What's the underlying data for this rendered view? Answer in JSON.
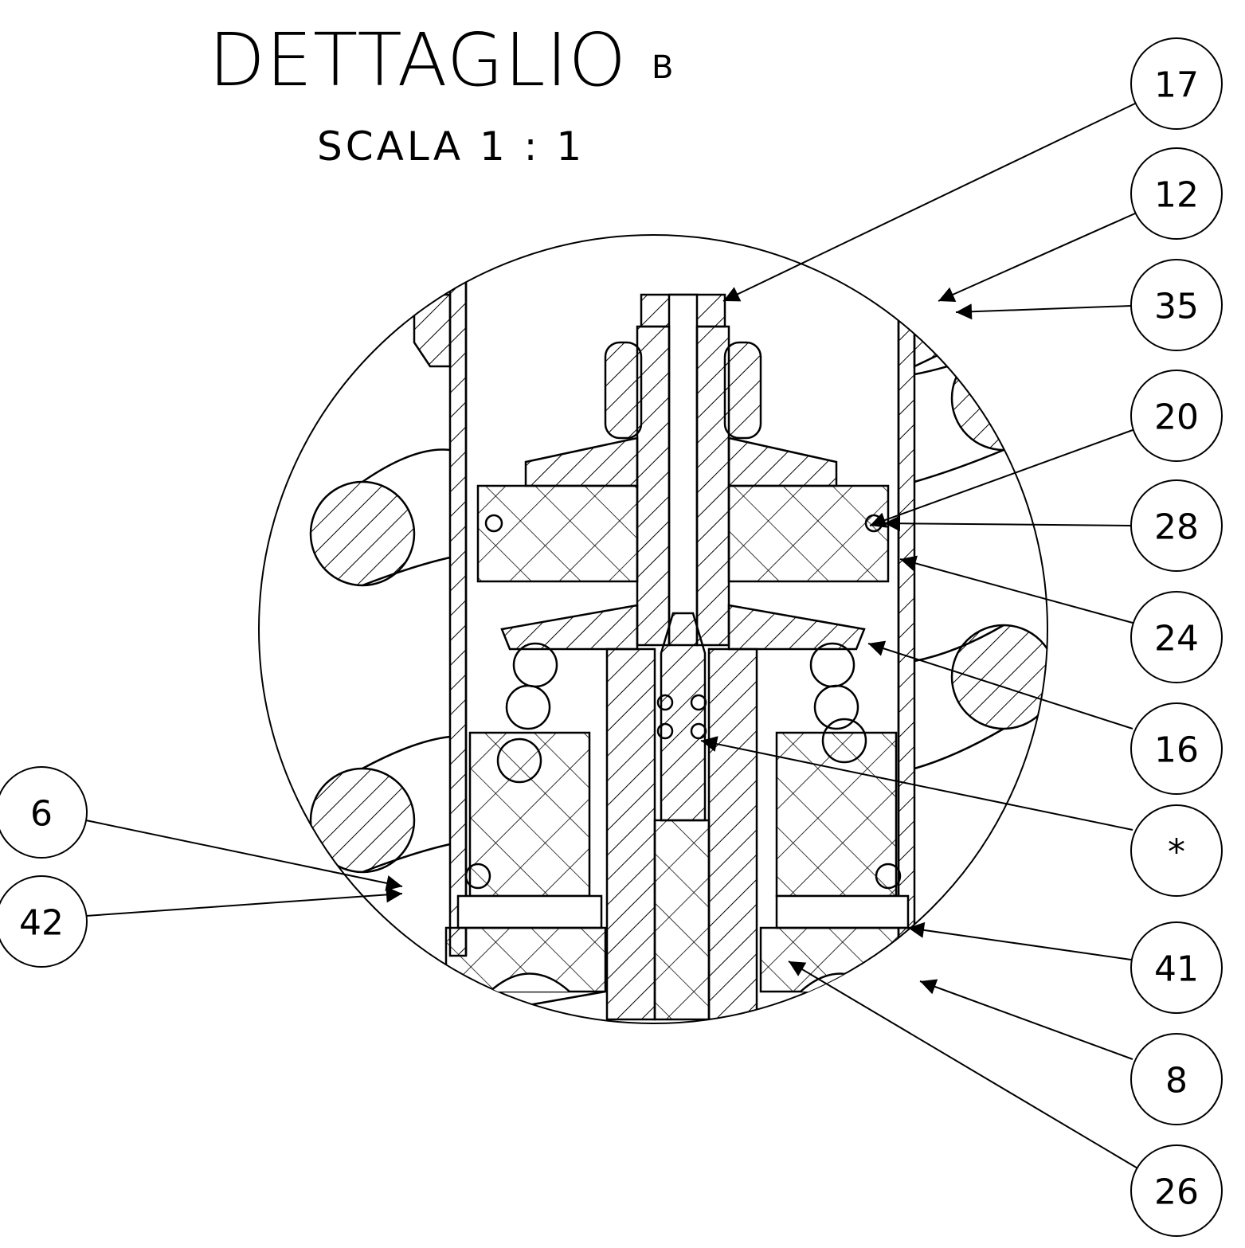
{
  "title": "DETTAGLIO",
  "title_suffix": "B",
  "scale": "SCALA 1 : 1",
  "balloons_right": [
    "17",
    "12",
    "35",
    "20",
    "28",
    "24",
    "16",
    "*",
    "41",
    "8",
    "26"
  ],
  "balloons_left": [
    "6",
    "42"
  ]
}
